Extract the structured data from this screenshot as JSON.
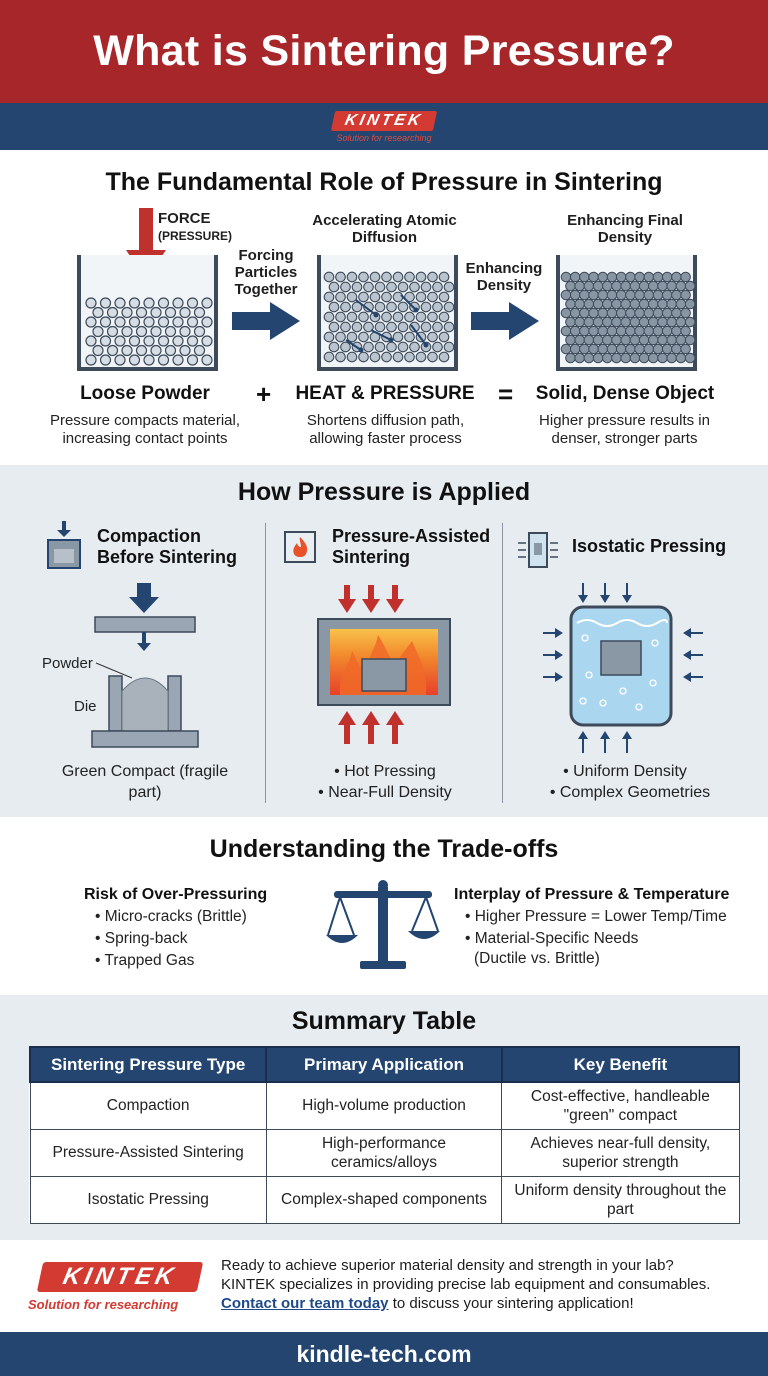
{
  "header": {
    "title": "What is Sintering Pressure?"
  },
  "brand": {
    "logo_text": "KINTEK",
    "tagline_small": "Solution for researching",
    "tagline": "Solution for researching"
  },
  "fundamental": {
    "title": "The Fundamental Role of Pressure in Sintering",
    "force_label": "FORCE",
    "pressure_label": "(PRESSURE)",
    "arrow1_label": "Forcing Particles Together",
    "arrow2_label": "Enhancing Density",
    "stage2_top": "Accelerating Atomic Diffusion",
    "stage3_top": "Enhancing Final Density",
    "stage1_name": "Loose Powder",
    "stage2_name": "HEAT & PRESSURE",
    "stage3_name": "Solid, Dense Object",
    "plus": "+",
    "equals": "=",
    "stage1_desc": "Pressure compacts material, increasing contact points",
    "stage2_desc": "Shortens diffusion path, allowing faster process",
    "stage3_desc": "Higher pressure results in denser, stronger parts"
  },
  "applied": {
    "title": "How Pressure is Applied",
    "col1_title": "Compaction Before Sintering",
    "col1_powder": "Powder",
    "col1_die": "Die",
    "col1_desc": "Green Compact (fragile part)",
    "col2_title": "Pressure-Assisted Sintering",
    "col2_desc1": "• Hot Pressing",
    "col2_desc2": "• Near-Full Density",
    "col3_title": "Isostatic Pressing",
    "col3_desc1": "• Uniform Density",
    "col3_desc2": "• Complex Geometries"
  },
  "tradeoffs": {
    "title": "Understanding the Trade-offs",
    "left_title": "Risk of Over-Pressuring",
    "left_items": [
      "Micro-cracks (Brittle)",
      "Spring-back",
      "Trapped Gas"
    ],
    "right_title": "Interplay of Pressure & Temperature",
    "right_items": [
      "Higher Pressure = Lower Temp/Time",
      "Material-Specific Needs"
    ],
    "right_sub": "(Ductile vs. Brittle)"
  },
  "summary": {
    "title": "Summary Table",
    "headers": [
      "Sintering Pressure Type",
      "Primary Application",
      "Key Benefit"
    ],
    "rows": [
      [
        "Compaction",
        "High-volume production",
        "Cost-effective, handleable \"green\" compact"
      ],
      [
        "Pressure-Assisted Sintering",
        "High-performance ceramics/alloys",
        "Achieves near-full density, superior strength"
      ],
      [
        "Isostatic Pressing",
        "Complex-shaped components",
        "Uniform density throughout the part"
      ]
    ]
  },
  "cta": {
    "line1": "Ready to achieve superior material density and strength in your lab?",
    "line2": "KINTEK specializes in providing precise lab equipment and consumables.",
    "link_text": "Contact our team today",
    "line3_rest": " to discuss your sintering application!"
  },
  "footer": {
    "url": "kindle-tech.com"
  },
  "colors": {
    "brand_red": "#a6262a",
    "navy": "#23456f",
    "logo_red": "#d23a32",
    "panel_gray": "#e7ecf1"
  }
}
